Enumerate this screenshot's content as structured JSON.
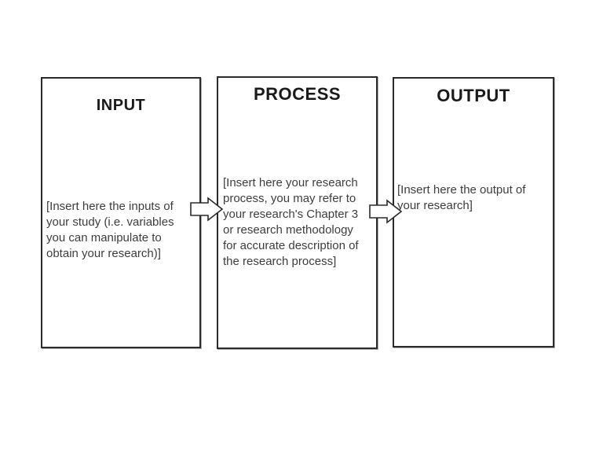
{
  "page": {
    "background": "#ffffff"
  },
  "colors": {
    "box_border": "#2b2b2b",
    "title_text": "#1a1a1a",
    "body_text": "#3d3d3d",
    "arrow_fill": "#ffffff",
    "arrow_outline": "#2b2b2b"
  },
  "diagram": {
    "boxes": [
      {
        "id": "input",
        "title": "INPUT",
        "body_lines": [
          "[Insert here the inputs of",
          "your study (i.e. variables",
          "you can manipulate to",
          "obtain your research)]"
        ]
      },
      {
        "id": "process",
        "title": "PROCESS",
        "body_lines": [
          "[Insert here your research",
          "process, you may refer to",
          "your research's Chapter 3",
          "or research methodology",
          "for accurate description of",
          "the research process]"
        ]
      },
      {
        "id": "output",
        "title": "OUTPUT",
        "body_lines": [
          "[Insert here the output of",
          "your research]"
        ]
      }
    ],
    "arrows": [
      {
        "name": "input-to-process"
      },
      {
        "name": "process-to-output"
      }
    ]
  }
}
